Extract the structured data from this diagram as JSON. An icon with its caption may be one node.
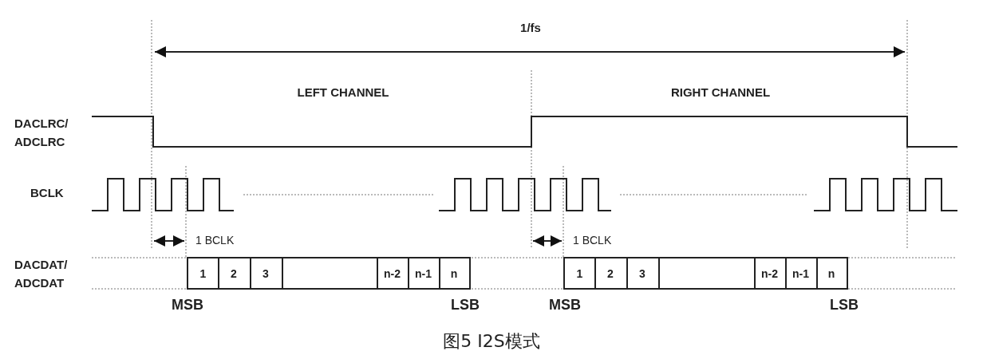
{
  "diagram": {
    "caption": "图5 I2S模式",
    "nodes": [
      {
        "text": [
          "1"
        ]
      },
      {
        "text": [
          "2"
        ]
      },
      {
        "text": [
          "3"
        ]
      },
      {
        "text": [],
        "shape": "box"
      },
      {
        "text": [
          "n-2"
        ]
      },
      {
        "text": [
          "n-1"
        ]
      },
      {
        "text": [
          "n"
        ]
      },
      {
        "text": [
          "1"
        ]
      },
      {
        "text": [
          "2"
        ]
      },
      {
        "text": [
          "3"
        ]
      },
      {
        "text": [],
        "shape": "box"
      },
      {
        "text": [
          "n-2"
        ]
      },
      {
        "text": [
          "n-1"
        ]
      },
      {
        "text": [
          "n"
        ]
      }
    ],
    "labels": [
      "1/fs",
      "LEFT CHANNEL",
      "RIGHT CHANNEL",
      "DACLRC/ ADCLRC",
      "BCLK",
      "1 BCLK",
      "1 BCLK",
      "DACDAT/ ADCDAT",
      "MSB",
      "LSB",
      "MSB",
      "LSB"
    ]
  }
}
